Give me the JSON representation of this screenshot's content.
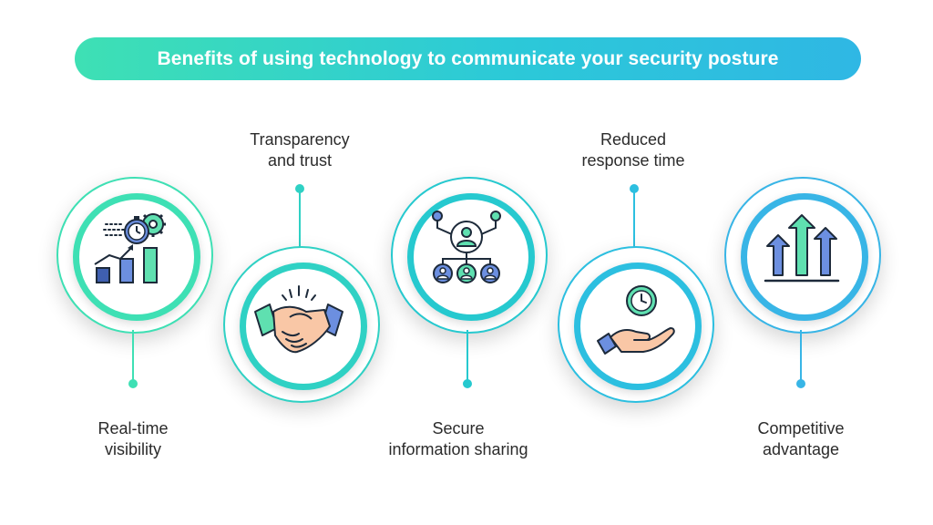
{
  "title": "Benefits of using technology to communicate your security posture",
  "colors": {
    "green": "#3ee0b4",
    "teal": "#26c9cf",
    "blue": "#38b5e6",
    "icon_green": "#5fe0b0",
    "icon_blue": "#6c8fe0",
    "icon_outline": "#1d2a3a",
    "skin": "#f9c7a6"
  },
  "items": [
    {
      "label_line1": "Real-time",
      "label_line2": "visibility",
      "icon": "chart-gauge-gear-icon"
    },
    {
      "label_line1": "Transparency",
      "label_line2": "and trust",
      "icon": "handshake-icon"
    },
    {
      "label_line1": "Secure",
      "label_line2": "information sharing",
      "icon": "network-people-icon"
    },
    {
      "label_line1": "Reduced",
      "label_line2": "response time",
      "icon": "hand-clock-icon"
    },
    {
      "label_line1": "Competitive",
      "label_line2": "advantage",
      "icon": "growth-arrows-icon"
    }
  ]
}
